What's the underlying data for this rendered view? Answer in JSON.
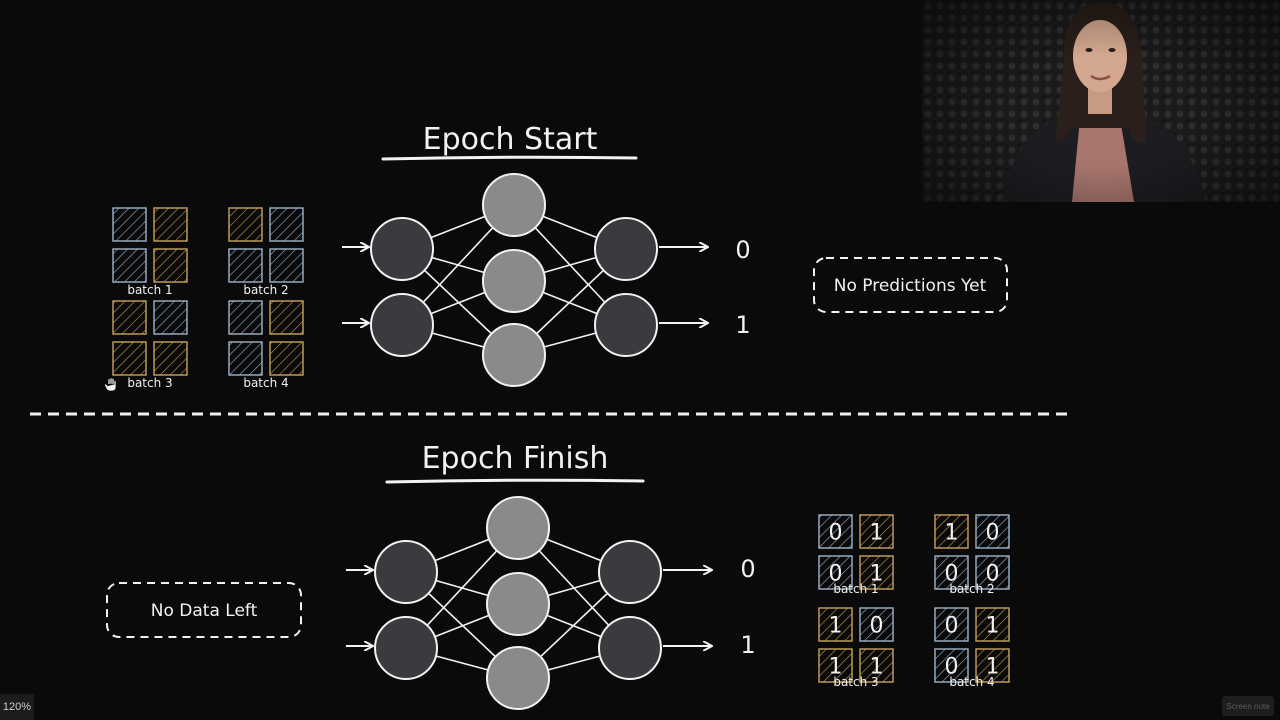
{
  "top": {
    "title": "Epoch Start",
    "outputs": [
      "0",
      "1"
    ],
    "note": "No Predictions Yet",
    "batches": [
      {
        "label": "batch 1",
        "pattern": [
          "blue",
          "gold",
          "blue",
          "gold"
        ]
      },
      {
        "label": "batch 2",
        "pattern": [
          "gold",
          "blue",
          "blue",
          "blue"
        ]
      },
      {
        "label": "batch 3",
        "pattern": [
          "gold",
          "blue",
          "gold",
          "gold"
        ]
      },
      {
        "label": "batch 4",
        "pattern": [
          "blue",
          "gold",
          "blue",
          "gold"
        ]
      }
    ]
  },
  "bottom": {
    "title": "Epoch Finish",
    "outputs": [
      "0",
      "1"
    ],
    "note": "No Data Left",
    "batches": [
      {
        "label": "batch 1",
        "cells": [
          "0",
          "1",
          "0",
          "1"
        ],
        "pattern": [
          "blue",
          "gold",
          "blue",
          "gold"
        ]
      },
      {
        "label": "batch 2",
        "cells": [
          "1",
          "0",
          "0",
          "0"
        ],
        "pattern": [
          "gold",
          "blue",
          "blue",
          "blue"
        ]
      },
      {
        "label": "batch 3",
        "cells": [
          "1",
          "0",
          "1",
          "1"
        ],
        "pattern": [
          "gold",
          "blue",
          "gold",
          "gold"
        ]
      },
      {
        "label": "batch 4",
        "cells": [
          "0",
          "1",
          "0",
          "1"
        ],
        "pattern": [
          "blue",
          "gold",
          "blue",
          "gold"
        ]
      }
    ]
  },
  "colors": {
    "background": "#0a0a0a",
    "stroke": "#f2f2f2",
    "input_node": "#3a3b3f",
    "hidden_node": "#8a8a8c",
    "output_node": "#3a3b3f",
    "hatch_blue": "#9fb4c8",
    "hatch_gold": "#c9a35e"
  },
  "ui": {
    "zoom_level": "120%",
    "screen_button": "Screen note"
  }
}
